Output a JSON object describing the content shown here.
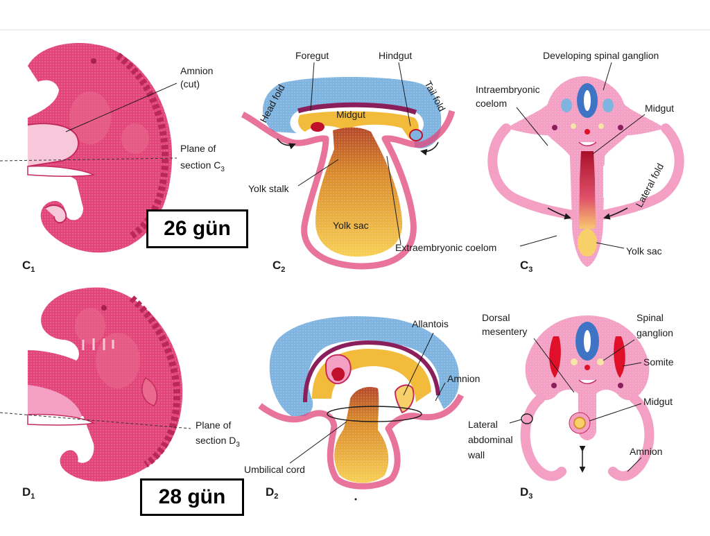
{
  "colors": {
    "embryo": "#e2457a",
    "embryo_dark": "#c42a5e",
    "pink_tissue": "#f3a0c4",
    "ectoderm_blue": "#7fb4e0",
    "purple": "#8a1f5c",
    "yolk": "#f2bb3c",
    "yolk_dark": "#d98a2c",
    "neural_blue": "#3f74c4",
    "red": "#e0102a"
  },
  "panels": {
    "c1": {
      "letter": "C",
      "sub": "1"
    },
    "c2": {
      "letter": "C",
      "sub": "2"
    },
    "c3": {
      "letter": "C",
      "sub": "3"
    },
    "d1": {
      "letter": "D",
      "sub": "1"
    },
    "d2": {
      "letter": "D",
      "sub": "2"
    },
    "d3": {
      "letter": "D",
      "sub": "3"
    }
  },
  "labels": {
    "c1_amnion": "Amnion",
    "c1_cut": "(cut)",
    "c1_plane": "Plane of",
    "c1_section": "section C",
    "c1_section_sub": "3",
    "c2_foregut": "Foregut",
    "c2_hindgut": "Hindgut",
    "c2_head_fold": "Head fold",
    "c2_tail_fold": "Tail fold",
    "c2_midgut": "Midgut",
    "c2_yolk_stalk": "Yolk stalk",
    "c2_yolk_sac": "Yolk sac",
    "c2_extraembryonic": "Extraembryonic coelom",
    "c3_spinal": "Developing spinal ganglion",
    "c3_intra1": "Intraembryonic",
    "c3_intra2": "coelom",
    "c3_midgut": "Midgut",
    "c3_lateral_fold": "Lateral fold",
    "c3_yolk_sac": "Yolk sac",
    "d1_plane": "Plane of",
    "d1_section": "section D",
    "d1_section_sub": "3",
    "d2_allantois": "Allantois",
    "d2_amnion": "Amnion",
    "d2_umbilical": "Umbilical cord",
    "d3_dorsal1": "Dorsal",
    "d3_dorsal2": "mesentery",
    "d3_spinal1": "Spinal",
    "d3_spinal2": "ganglion",
    "d3_somite": "Somite",
    "d3_midgut": "Midgut",
    "d3_lateral1": "Lateral",
    "d3_lateral2": "abdominal",
    "d3_lateral3": "wall",
    "d3_amnion": "Amnion"
  },
  "day_boxes": {
    "top": "26 gün",
    "bottom": "28 gün"
  }
}
